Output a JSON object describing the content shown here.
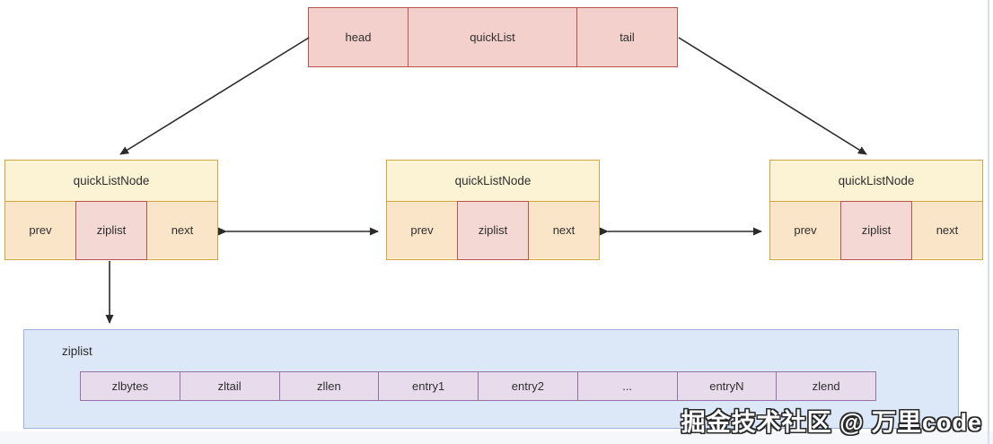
{
  "quicklist_box": {
    "cells": {
      "head": "head",
      "mid": "quickList",
      "tail": "tail"
    }
  },
  "nodes": [
    {
      "title": "quickListNode",
      "cells": {
        "prev": "prev",
        "ziplist": "ziplist",
        "next": "next"
      }
    },
    {
      "title": "quickListNode",
      "cells": {
        "prev": "prev",
        "ziplist": "ziplist",
        "next": "next"
      }
    },
    {
      "title": "quickListNode",
      "cells": {
        "prev": "prev",
        "ziplist": "ziplist",
        "next": "next"
      }
    }
  ],
  "ziplist_box": {
    "label": "ziplist",
    "cells": [
      "zlbytes",
      "zltail",
      "zllen",
      "entry1",
      "entry2",
      "...",
      "entryN",
      "zlend"
    ]
  },
  "watermark": "掘金技术社区 @ 万里code",
  "colors": {
    "pink_fill": "#f4d0cd",
    "pink_border": "#b85450",
    "yellow_fill": "#fcf3d5",
    "yellow_border": "#d2a445",
    "peach_fill": "#fbe5c9",
    "blue_fill": "#dce7f8",
    "blue_border": "#9db4d8",
    "purple_fill": "#e8dcec",
    "purple_border": "#9673a6",
    "arrow": "#2b2b2b"
  }
}
